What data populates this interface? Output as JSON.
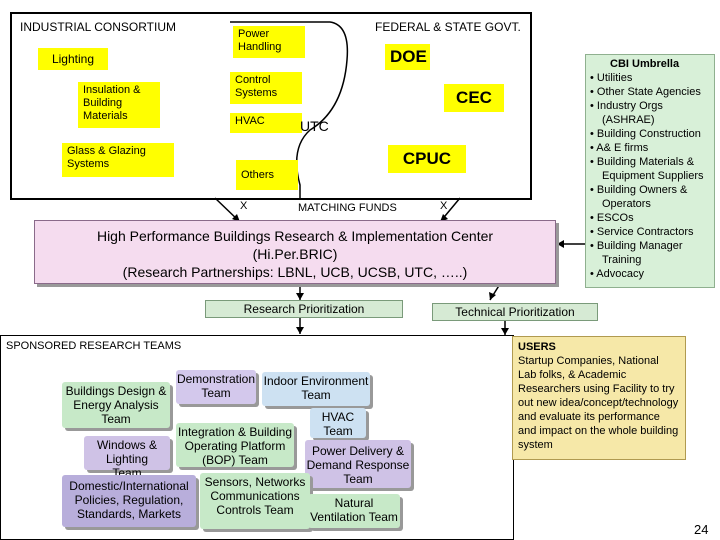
{
  "consortium": {
    "title": "INDUSTRIAL  CONSORTIUM",
    "lighting": "Lighting",
    "insulation": "Insulation & Building Materials",
    "glazing": "Glass & Glazing Systems",
    "power": "Power Handling",
    "control": "Control Systems",
    "hvac": "HVAC",
    "others": "Others"
  },
  "govt": {
    "title": "FEDERAL & STATE GOVT.",
    "doe": "DOE",
    "cec": "CEC",
    "cpuc": "CPUC",
    "utc": "UTC"
  },
  "funds": {
    "x_left": "X",
    "label": "MATCHING  FUNDS",
    "x_right": "X"
  },
  "center": {
    "line1": "High Performance Buildings  Research  & Implementation Center",
    "line2": "(Hi.Per.BRIC)",
    "line3": "(Research Partnerships: LBNL, UCB, UCSB, UTC, …..)"
  },
  "cbi": {
    "title": "CBI Umbrella",
    "items": [
      "• Utilities",
      "• Other State Agencies",
      "• Industry Orgs",
      "(ASHRAE)",
      "• Building Construction",
      "• A& E firms",
      "• Building Materials &",
      "Equipment Suppliers",
      "• Building Owners &",
      "Operators",
      "• ESCOs",
      "• Service Contractors",
      "• Building Manager",
      "Training",
      "• Advocacy"
    ]
  },
  "prioritization": {
    "research": "Research Prioritization",
    "technical": "Technical Prioritization"
  },
  "sponsored": {
    "title": "SPONSORED RESEARCH TEAMS",
    "teams": {
      "demo": "Demonstration Team",
      "indoor": "Indoor Environment Team",
      "bldg": "Buildings Design & Energy Analysis Team",
      "hvac": "HVAC Team",
      "integration": "Integration & Building Operating Platform (BOP) Team",
      "windows": "Windows & Lighting Team",
      "power": "Power Delivery & Demand Response Team",
      "sensors": "Sensors, Networks Communications Controls Team",
      "policy": "Domestic/International Policies, Regulation, Standards, Markets",
      "vent": "Natural Ventilation Team"
    }
  },
  "users": {
    "title": "USERS",
    "body": "Startup Companies, National Lab folks, & Academic Researchers using Facility to try out new idea/concept/technology and evaluate its performance and impact on the whole building system"
  },
  "page_number": "24"
}
